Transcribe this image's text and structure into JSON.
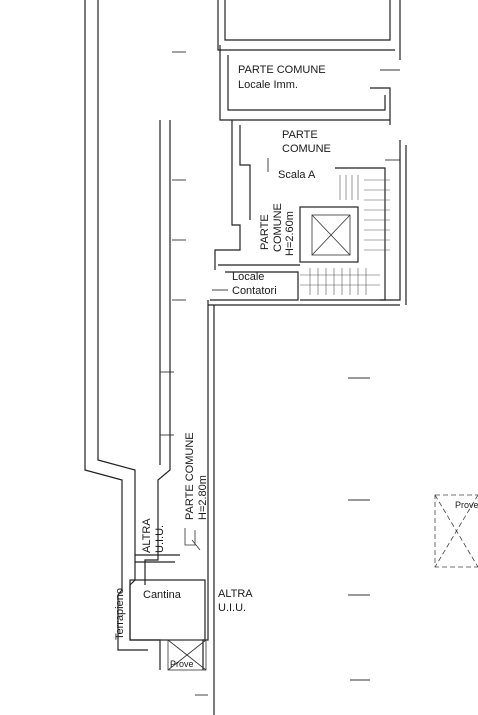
{
  "plan": {
    "labels": {
      "parte_comune_top": "PARTE COMUNE",
      "locale_imm": "Locale Imm.",
      "parte_comune_mid_1": "PARTE",
      "parte_comune_mid_2": "COMUNE",
      "scala_a": "Scala A",
      "parte_comune_stair_1": "PARTE",
      "parte_comune_stair_2": "COMUNE",
      "parte_comune_stair_3": "H=2.60m",
      "locale_contatori_1": "Locale",
      "locale_contatori_2": "Contatori",
      "corridor_1": "PARTE COMUNE",
      "corridor_2": "H=2.80m",
      "altra_uiu_left_1": "ALTRA",
      "altra_uiu_left_2": "U.I.U.",
      "altra_uiu_right_1": "ALTRA",
      "altra_uiu_right_2": "U.I.U.",
      "cantina": "Cantina",
      "terrapieno": "Terrapieno",
      "prova_bottom": "Prove",
      "prova_right": "Prove"
    }
  }
}
